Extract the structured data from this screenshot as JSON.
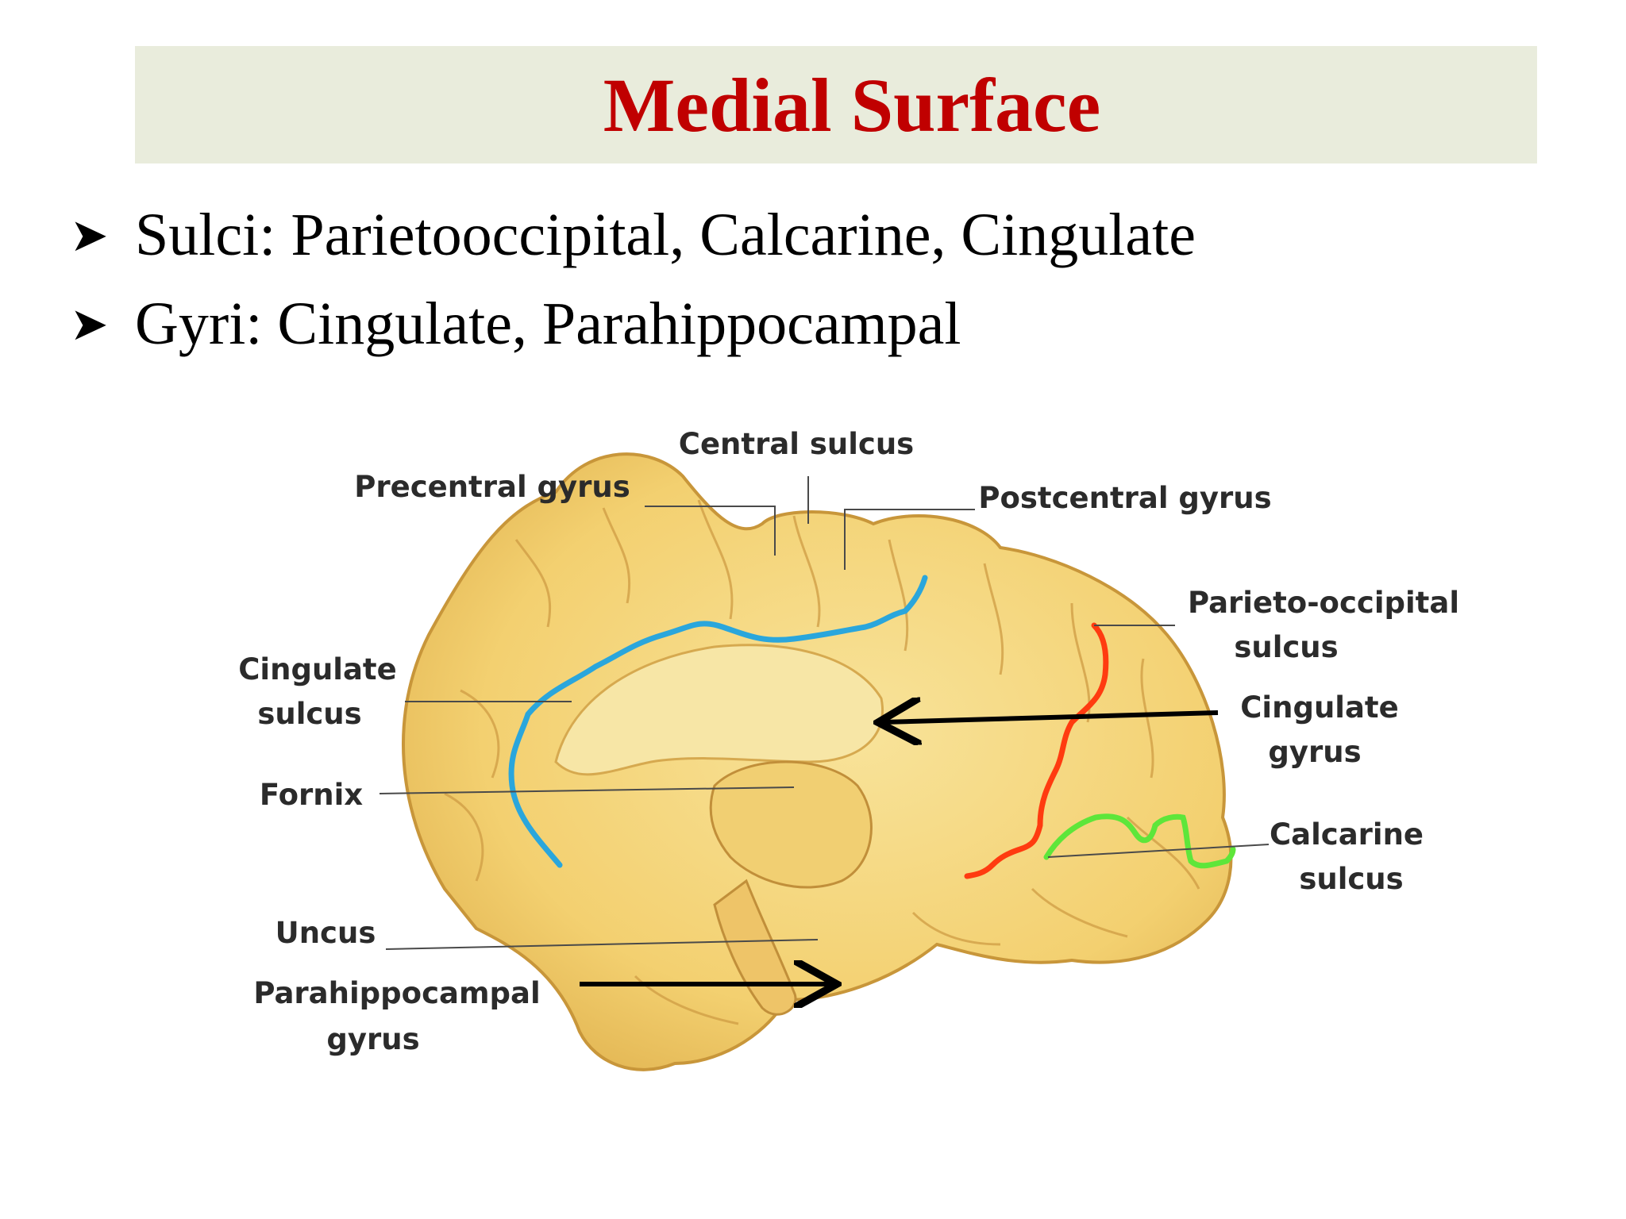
{
  "slide": {
    "title": "Medial Surface",
    "bullets": [
      "Sulci: Parietooccipital, Calcarine, Cingulate",
      "Gyri: Cingulate, Parahippocampal"
    ]
  },
  "diagram": {
    "labels": {
      "central_sulcus": "Central sulcus",
      "precentral_gyrus": "Precentral gyrus",
      "postcentral_gyrus": "Postcentral gyrus",
      "parieto_occipital_l1": "Parieto-occipital",
      "parieto_occipital_l2": "sulcus",
      "cingulate_sulcus_l1": "Cingulate",
      "cingulate_sulcus_l2": "sulcus",
      "cingulate_gyrus_l1": "Cingulate",
      "cingulate_gyrus_l2": "gyrus",
      "fornix": "Fornix",
      "calcarine_l1": "Calcarine",
      "calcarine_l2": "sulcus",
      "uncus": "Uncus",
      "parahippocampal_l1": "Parahippocampal",
      "parahippocampal_l2": "gyrus"
    },
    "colors": {
      "cingulate_sulcus_trace": "#2aa6dc",
      "parieto_occipital_trace": "#ff3b10",
      "calcarine_trace": "#5ee63a",
      "brain_fill": "#f5d57a"
    }
  }
}
